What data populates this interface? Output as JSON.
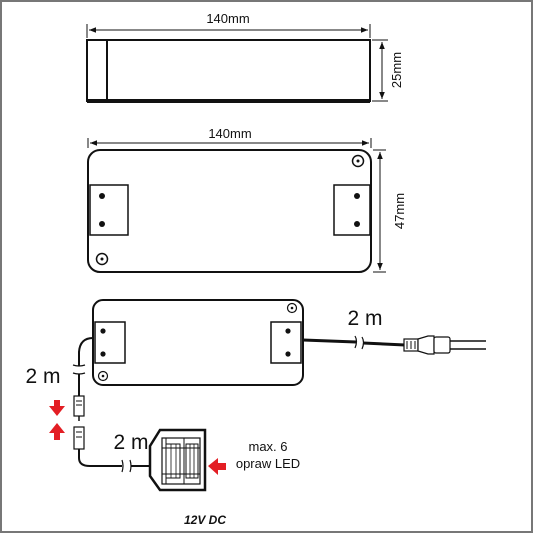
{
  "top_view": {
    "length_label": "140mm",
    "height_label": "25mm"
  },
  "front_view": {
    "length_label": "140mm",
    "width_label": "47mm"
  },
  "wiring": {
    "mains_cable_label": "2 m",
    "output_cable_label": "2 m",
    "distributor_cable_label": "2 m",
    "note_line1": "max. 6",
    "note_line2": "opraw LED",
    "voltage_label": "12V DC"
  },
  "colors": {
    "line": "#111111",
    "arrow": "#e31e24",
    "border": "#777777"
  },
  "icons": [
    "arrow-down-icon",
    "arrow-up-icon",
    "arrow-left-icon",
    "plug-icon",
    "connector-icon",
    "distributor-icon"
  ]
}
